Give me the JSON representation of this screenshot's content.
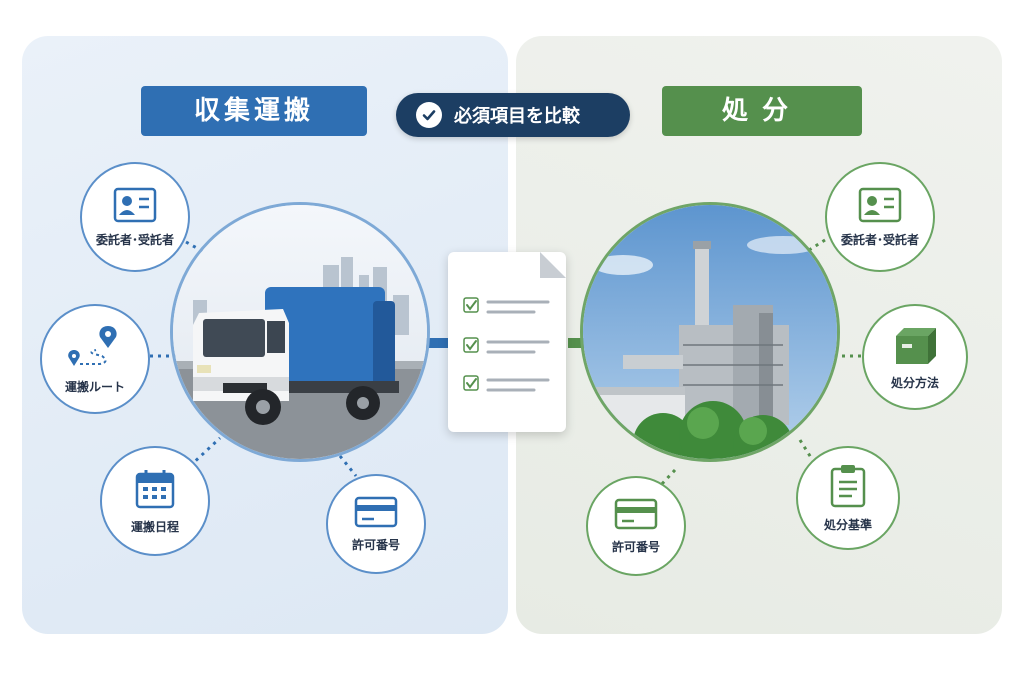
{
  "left_section": {
    "title": "収集運搬",
    "accent": "#2f6fb3",
    "nodes": [
      {
        "label": "委託者･受託者",
        "icon": "id-card-icon"
      },
      {
        "label": "運搬ルート",
        "icon": "route-icon"
      },
      {
        "label": "運搬日程",
        "icon": "calendar-icon"
      },
      {
        "label": "許可番号",
        "icon": "card-icon"
      }
    ],
    "photo": "garbage-truck"
  },
  "right_section": {
    "title": "処分",
    "accent": "#55904d",
    "nodes": [
      {
        "label": "委託者･受託者",
        "icon": "id-card-icon"
      },
      {
        "label": "処分方法",
        "icon": "box-icon"
      },
      {
        "label": "処分基準",
        "icon": "clipboard-icon"
      },
      {
        "label": "許可番号",
        "icon": "card-icon"
      }
    ],
    "photo": "waste-treatment-plant"
  },
  "center": {
    "compare_label": "必須項目を比較",
    "compare_icon": "check-circle-icon",
    "document_icon": "checklist-document-icon"
  },
  "colors": {
    "blue": "#2f6fb3",
    "green": "#55904d",
    "navy": "#1c3e63"
  }
}
